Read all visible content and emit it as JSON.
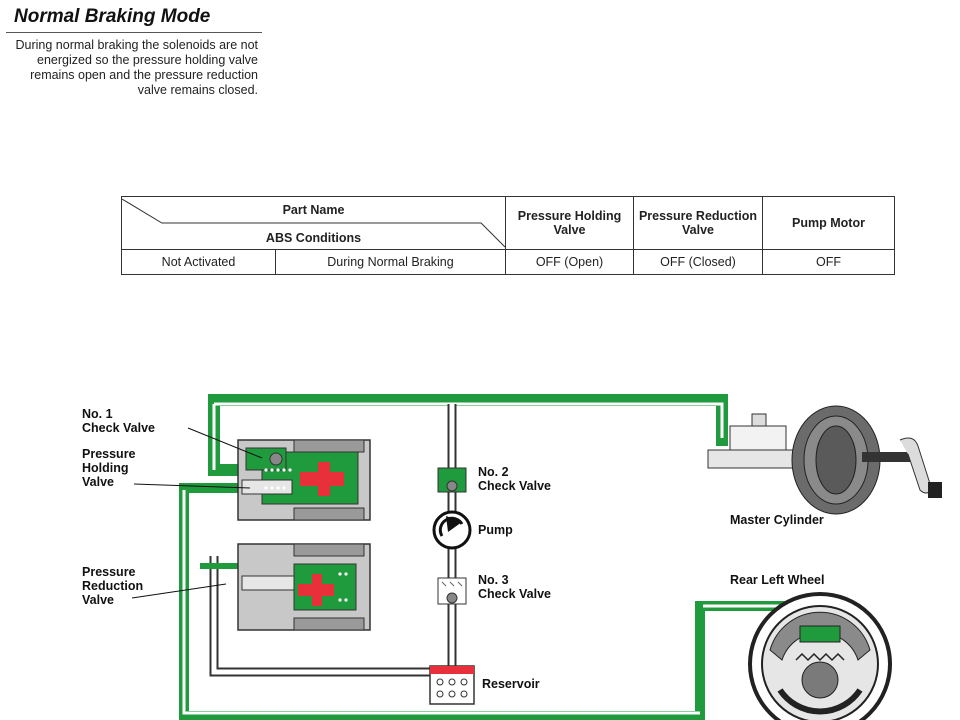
{
  "header": {
    "title": "Normal Braking Mode",
    "description": "During normal braking the solenoids are not energized so the pressure holding valve remains open and the pressure reduction valve remains closed."
  },
  "table": {
    "part_name_label": "Part Name",
    "abs_conditions_label": "ABS Conditions",
    "columns": [
      "Pressure Holding Valve",
      "Pressure Reduction Valve",
      "Pump Motor"
    ],
    "row": {
      "condition": "Not Activated",
      "mode": "During Normal Braking",
      "pressure_holding_valve": "OFF (Open)",
      "pressure_reduction_valve": "OFF (Closed)",
      "pump_motor": "OFF"
    }
  },
  "diagram": {
    "labels": {
      "no1_check_valve": [
        "No. 1",
        "Check Valve"
      ],
      "pressure_holding_valve": [
        "Pressure",
        "Holding",
        "Valve"
      ],
      "pressure_reduction_valve": [
        "Pressure",
        "Reduction",
        "Valve"
      ],
      "no2_check_valve": [
        "No. 2",
        "Check Valve"
      ],
      "pump": "Pump",
      "no3_check_valve": [
        "No. 3",
        "Check Valve"
      ],
      "reservoir": "Reservoir",
      "master_cylinder": "Master Cylinder",
      "rear_left_wheel": "Rear Left Wheel"
    },
    "colors": {
      "brake_fluid": "#1f9a3c",
      "solenoid_arrow": "#e8303a",
      "reservoir_band": "#e8303a",
      "housing": "#c8c8c8"
    }
  }
}
